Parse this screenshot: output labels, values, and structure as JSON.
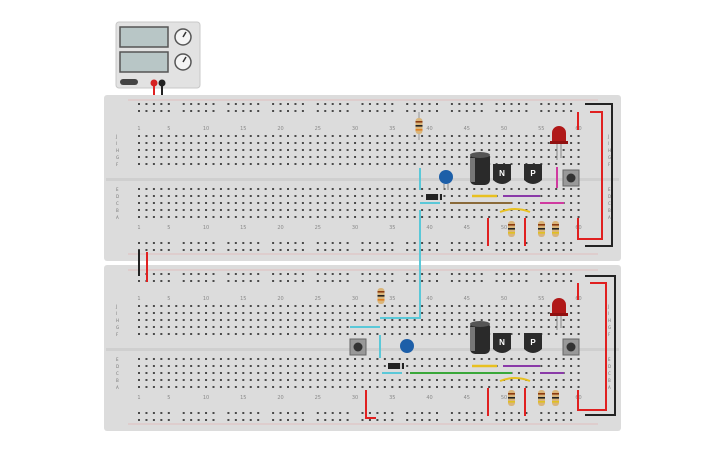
{
  "power_supply": {
    "knob_icons": [
      "voltage-knob-icon",
      "current-knob-icon"
    ],
    "terminals": [
      {
        "name": "positive-terminal",
        "color": "#d42020"
      },
      {
        "name": "negative-terminal",
        "color": "#222222"
      }
    ]
  },
  "breadboards": [
    {
      "name": "breadboard-top",
      "column_labels": [
        "1",
        "5",
        "10",
        "15",
        "20",
        "25",
        "30",
        "35",
        "40",
        "45",
        "50",
        "55",
        "60"
      ],
      "row_labels_upper": [
        "J",
        "I",
        "H",
        "G",
        "F"
      ],
      "row_labels_lower": [
        "E",
        "D",
        "C",
        "B",
        "A"
      ]
    },
    {
      "name": "breadboard-bottom",
      "column_labels": [
        "1",
        "5",
        "10",
        "15",
        "20",
        "25",
        "30",
        "35",
        "40",
        "45",
        "50",
        "55",
        "60"
      ],
      "row_labels_upper": [
        "J",
        "I",
        "H",
        "G",
        "F"
      ],
      "row_labels_lower": [
        "E",
        "D",
        "C",
        "B",
        "A"
      ]
    }
  ],
  "components": {
    "transistor_n_label": "N",
    "transistor_p_label": "P"
  },
  "colors": {
    "board": "#dcdcdc",
    "wire_red": "#e02020",
    "wire_black": "#222222",
    "wire_cyan": "#5ac8d8",
    "wire_green": "#3aa83a",
    "wire_purple": "#8a3aa8",
    "wire_magenta": "#d03aa0",
    "wire_yellow": "#e8c020",
    "wire_brown": "#8a6a3a",
    "led": "#b01818",
    "capacitor": "#1d5fa8"
  }
}
